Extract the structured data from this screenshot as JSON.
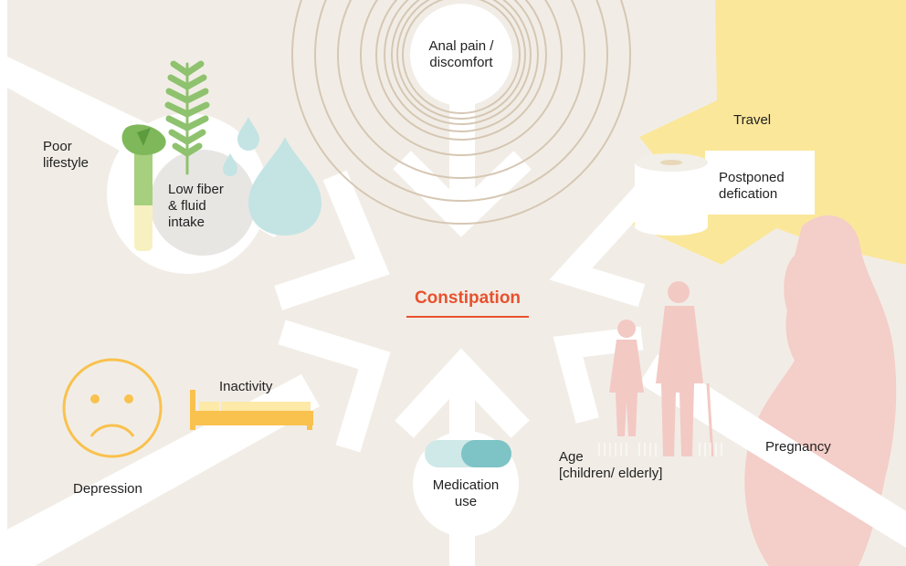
{
  "diagram": {
    "title": "Constipation",
    "factors": {
      "anal_pain": "Anal pain /\ndiscomfort",
      "poor_lifestyle": "Poor\nlifestyle",
      "low_fiber": "Low fiber\n& fluid\nintake",
      "travel": "Travel",
      "postponed": "Postponed\ndefication",
      "inactivity": "Inactivity",
      "depression": "Depression",
      "medication": "Medication\nuse",
      "age": "Age\n[children/  elderly]",
      "pregnancy": "Pregnancy"
    }
  },
  "colors": {
    "background": "#f1ede6",
    "accent": "#e8512e",
    "rings": "#d6c7b3",
    "travel_star": "#fbe79a",
    "yellow_orange": "#f9c14e",
    "teal": "#7ec3c5",
    "water": "#c4e4e4",
    "leaf_green": "#8fc26e",
    "pink_figures": "#f3c9c4",
    "pregnancy": "#f4cec8"
  }
}
